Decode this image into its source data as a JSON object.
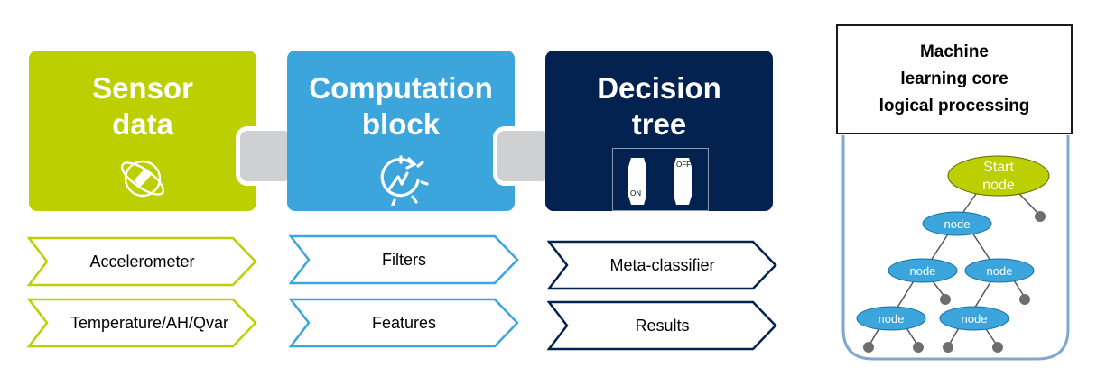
{
  "blocks": [
    {
      "title": "Sensor\ndata",
      "color": "#bccf00",
      "icon": "sensor-compass-icon"
    },
    {
      "title": "Computation\nblock",
      "color": "#3ca5db",
      "icon": "gear-refresh-icon"
    },
    {
      "title": "Decision\ntree",
      "color": "#03224f",
      "icon": "on-off-switch-icon",
      "switch_on": "ON",
      "switch_off": "OFF"
    }
  ],
  "connector_color": "#cfd0d1",
  "columns": [
    {
      "color": "#bccf00",
      "items": [
        "Accelerometer",
        "Temperature/AH/Qvar"
      ]
    },
    {
      "color": "#3ca5db",
      "items": [
        "Filters",
        "Features"
      ]
    },
    {
      "color": "#03224f",
      "items": [
        "Meta-classifier",
        "Results"
      ]
    }
  ],
  "ml_core": {
    "title": "Machine\nlearning core\nlogical processing",
    "start_node": "Start\nnode",
    "node_label": "node"
  }
}
